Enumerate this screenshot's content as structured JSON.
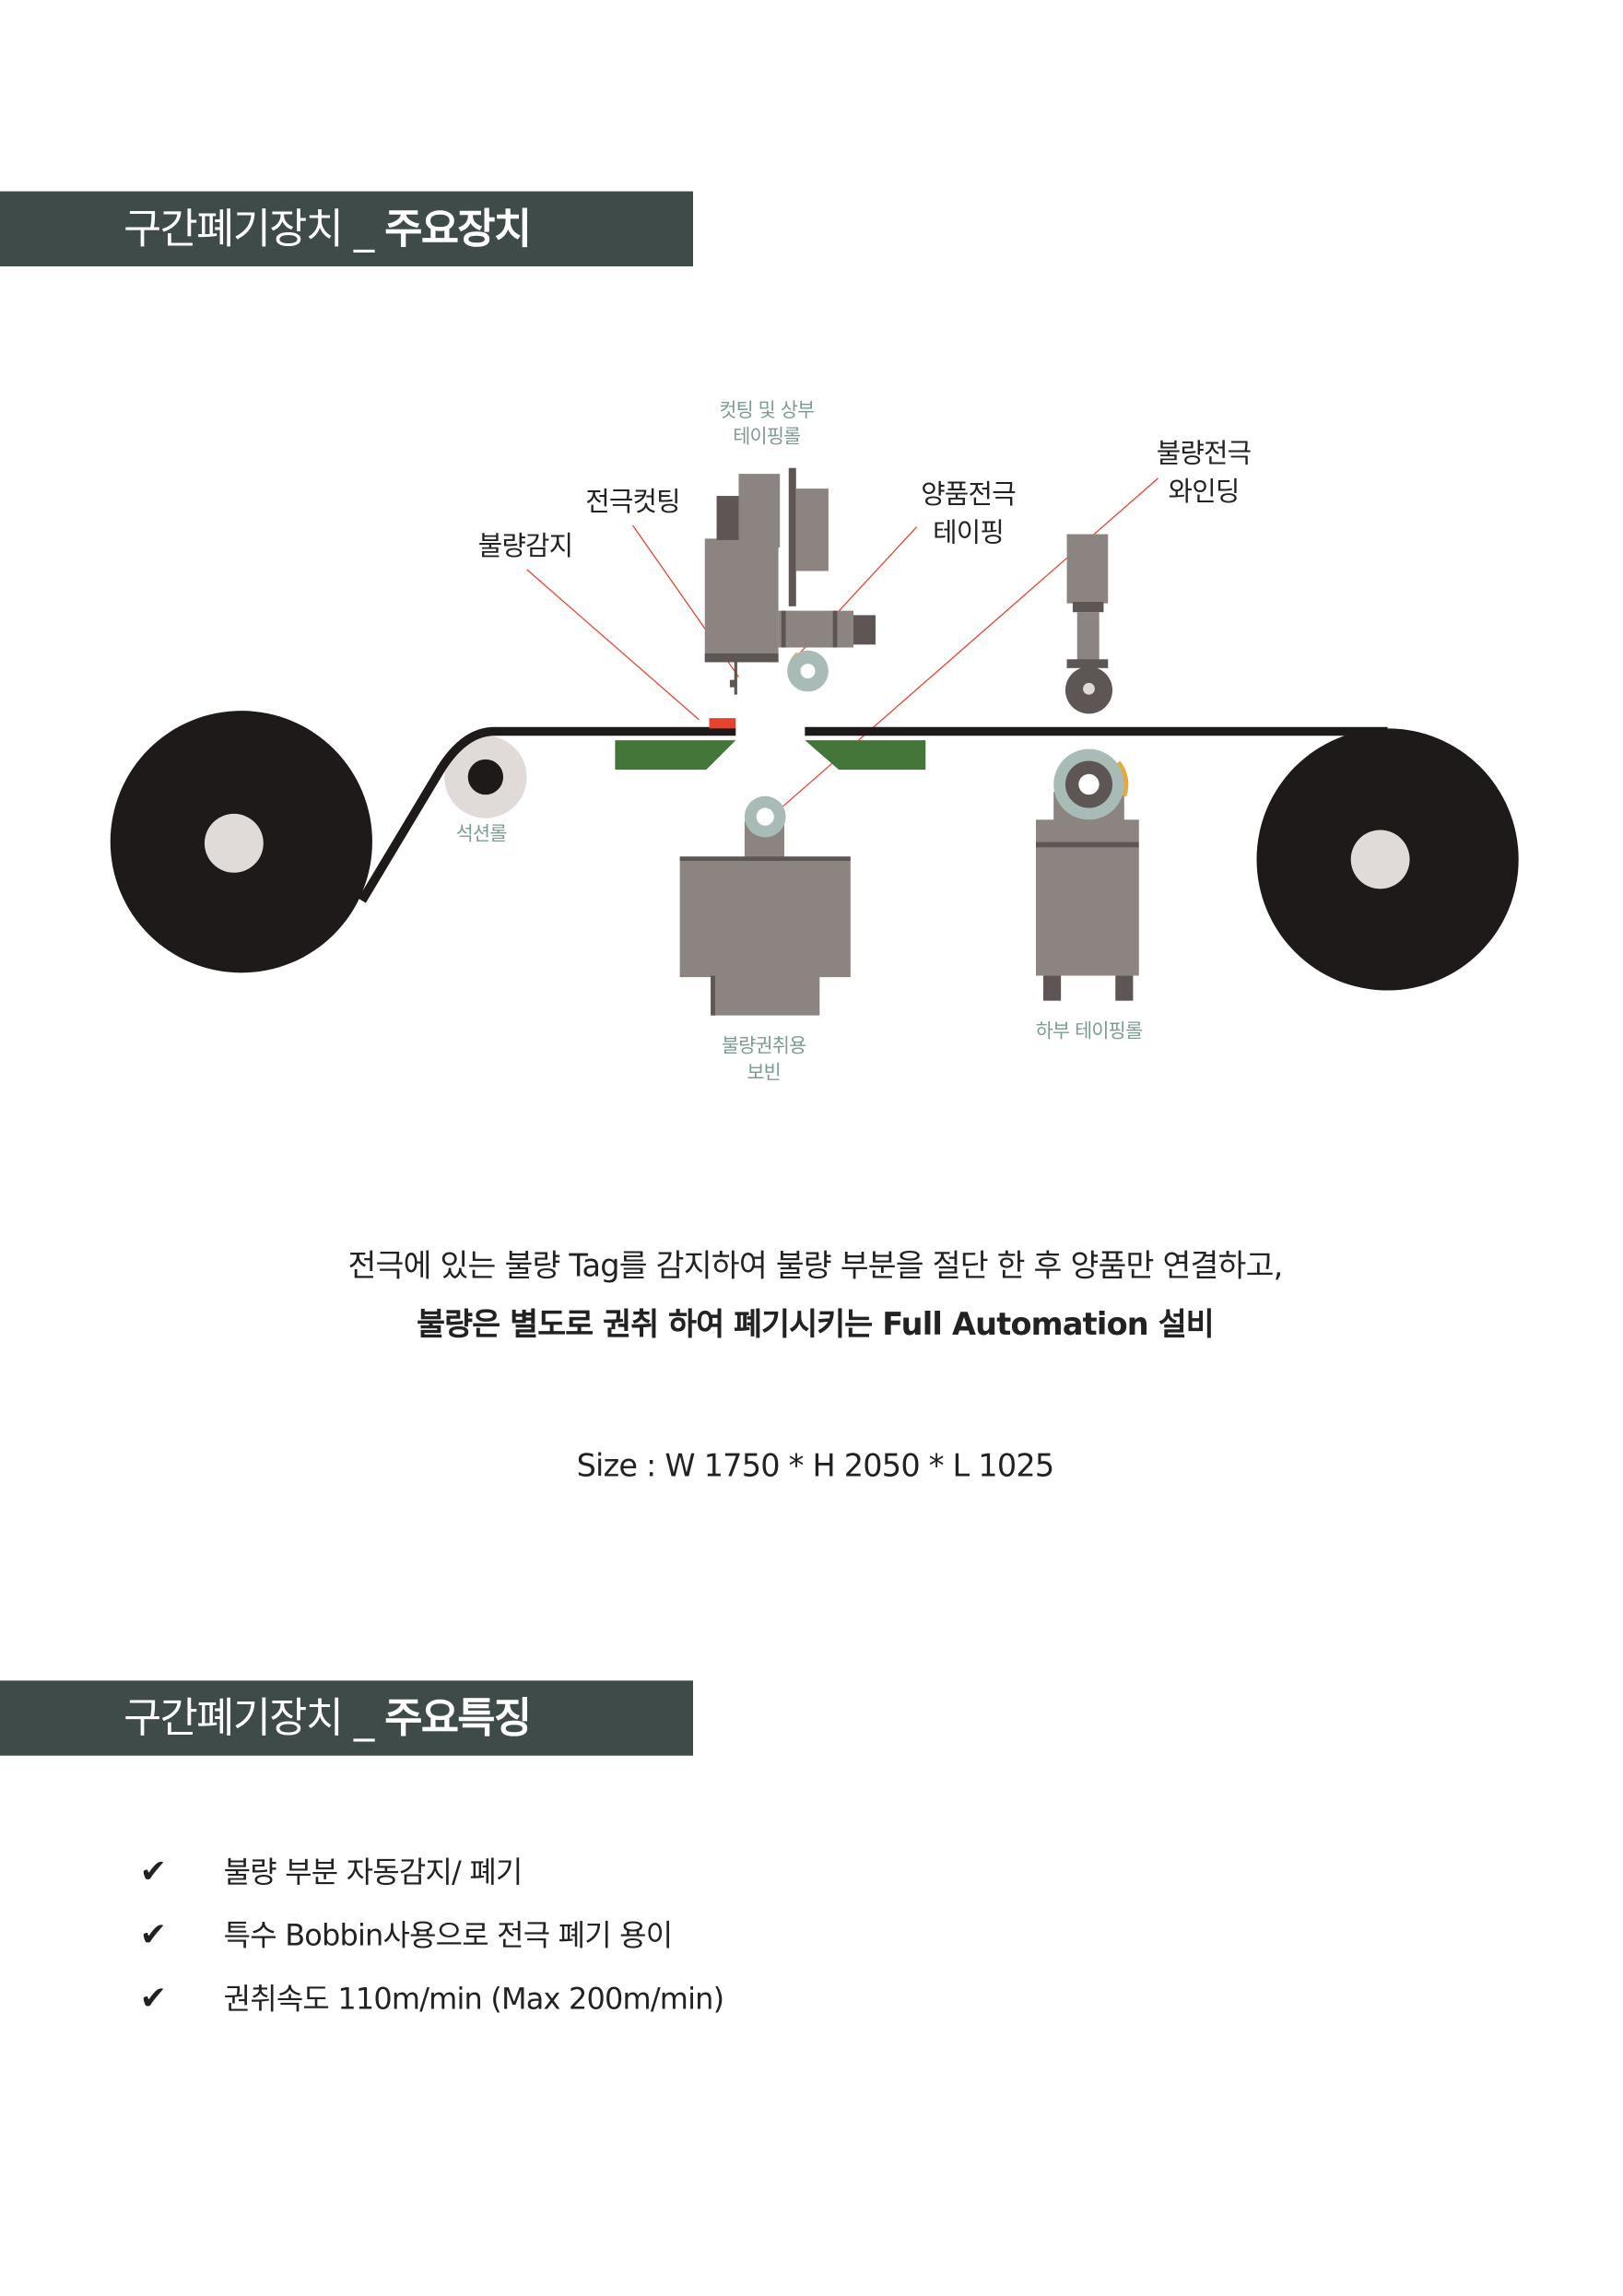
{
  "section1": {
    "title_normal": "구간폐기장치 _ ",
    "title_bold": "주요장치"
  },
  "diagram": {
    "labels": {
      "cutting_top_taping_roll": [
        "컷팅 및 상부",
        "테이핑롤"
      ],
      "electrode_cutting": "전극컷팅",
      "defect_detection": "불량감지",
      "good_electrode_taping": [
        "양품전극",
        "테이핑"
      ],
      "defect_electrode_winding": [
        "불량전극",
        "와인딩"
      ],
      "suction_roll": "석션롤",
      "defect_winding_bobbin": [
        "불량권취용",
        "보빈"
      ],
      "bottom_taping_roll": "하부 테이핑롤"
    },
    "colors": {
      "machine": "#8c8480",
      "machine_dark": "#5e5654",
      "roll_teal": "#a8bbb6",
      "tag_red": "#e8412c",
      "table_green": "#44763a",
      "accent_orange": "#e5a93a",
      "leader": "#e8412c"
    }
  },
  "description": {
    "line1": "전극에 있는 불량 Tag를 감지하여  불량 부분을 절단 한 후  양품만 연결하고,",
    "line2": "불량은 별도로 권취 하여 폐기시키는 Full Automation 설비",
    "size": "Size : W 1750 * H 2050  * L 1025"
  },
  "section2": {
    "title_normal": "구간폐기장치 _ ",
    "title_bold": "주요특징"
  },
  "features": [
    {
      "icon": "check-icon",
      "text": "불량 부분 자동감지/ 폐기"
    },
    {
      "icon": "check-icon",
      "text": "특수 Bobbin사용으로 전극 폐기  용이"
    },
    {
      "icon": "check-icon",
      "text": "권취속도 110m/min  (Max  200m/min)"
    }
  ]
}
